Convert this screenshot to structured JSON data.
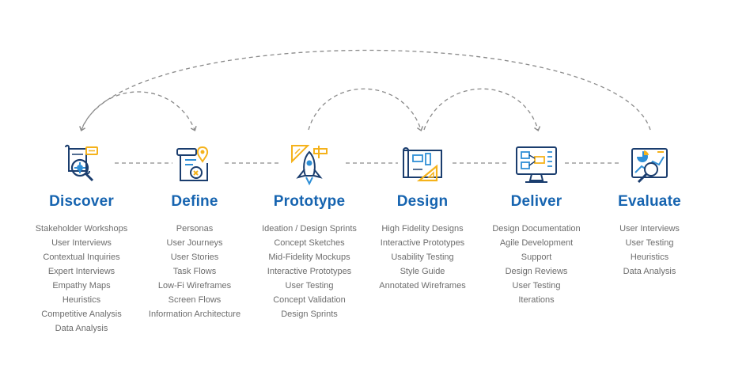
{
  "colors": {
    "title": "#1664b0",
    "icon_outline": "#1a3d6e",
    "icon_accent_blue": "#2f8fd6",
    "icon_accent_yellow": "#f5b21b",
    "item_text": "#6d6d6d",
    "connector": "#8a8a8a"
  },
  "stages": [
    {
      "icon": "discover-research-icon",
      "title": "Discover",
      "items": [
        "Stakeholder Workshops",
        "User Interviews",
        "Contextual Inquiries",
        "Expert Interviews",
        "Empathy Maps",
        "Heuristics",
        "Competitive Analysis",
        "Data Analysis"
      ]
    },
    {
      "icon": "define-map-icon",
      "title": "Define",
      "items": [
        "Personas",
        "User Journeys",
        "User Stories",
        "Task Flows",
        "Low-Fi Wireframes",
        "Screen Flows",
        "Information Architecture"
      ]
    },
    {
      "icon": "prototype-rocket-icon",
      "title": "Prototype",
      "items": [
        "Ideation / Design Sprints",
        "Concept Sketches",
        "Mid-Fidelity Mockups",
        "Interactive Prototypes",
        "User Testing",
        "Concept Validation",
        "Design Sprints"
      ]
    },
    {
      "icon": "design-blueprint-icon",
      "title": "Design",
      "items": [
        "High Fidelity Designs",
        "Interactive Prototypes",
        "Usability Testing",
        "Style Guide",
        "Annotated Wireframes"
      ]
    },
    {
      "icon": "deliver-monitor-icon",
      "title": "Deliver",
      "items": [
        "Design Documentation",
        "Agile Development",
        "Support",
        "Design Reviews",
        "User Testing",
        "Iterations"
      ]
    },
    {
      "icon": "evaluate-analytics-icon",
      "title": "Evaluate",
      "items": [
        "User Interviews",
        "User Testing",
        "Heuristics",
        "Data Analysis"
      ]
    }
  ]
}
